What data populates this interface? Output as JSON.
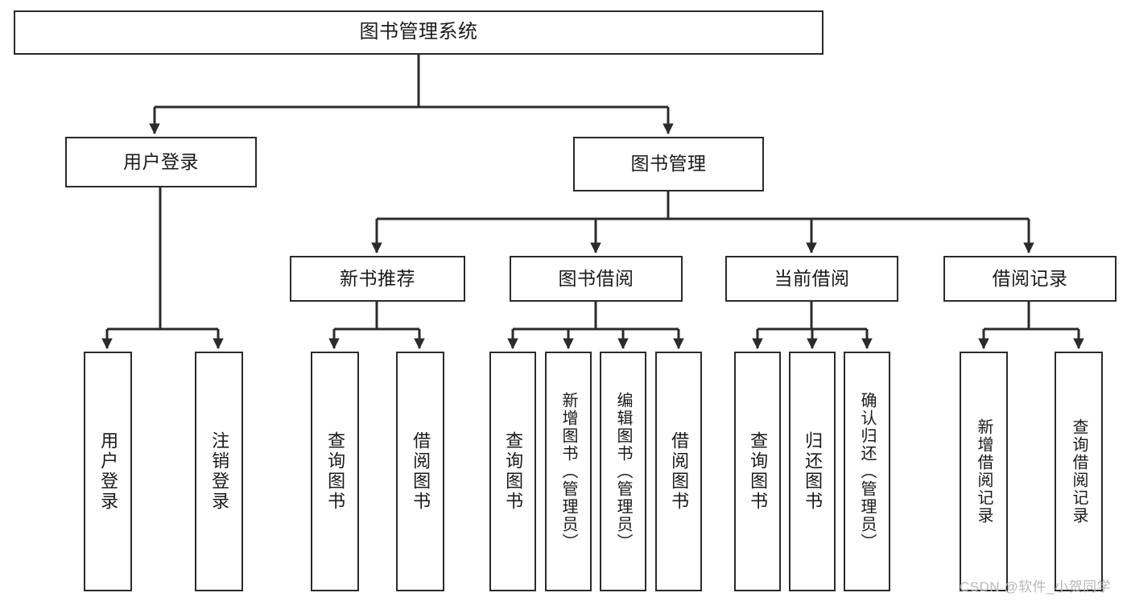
{
  "diagram": {
    "title": "图书管理系统",
    "type": "tree-hierarchy",
    "orientation": "top-down",
    "colors": {
      "stroke": "#2b2b2b",
      "fill": "#ffffff",
      "text": "#1a1a1a",
      "watermark": "#b9b9b9"
    }
  },
  "root": {
    "label": "图书管理系统"
  },
  "level2": [
    {
      "label": "用户登录"
    },
    {
      "label": "图书管理"
    }
  ],
  "level3": [
    {
      "label": "新书推荐"
    },
    {
      "label": "图书借阅"
    },
    {
      "label": "当前借阅"
    },
    {
      "label": "借阅记录"
    }
  ],
  "leaves": {
    "user_login": [
      {
        "label": "用户登录"
      },
      {
        "label": "注销登录"
      }
    ],
    "new_book_recommend": [
      {
        "label": "查询图书"
      },
      {
        "label": "借阅图书"
      }
    ],
    "book_borrow": [
      {
        "label": "查询图书"
      },
      {
        "label": "新增图书（管理员）"
      },
      {
        "label": "编辑图书（管理员）"
      },
      {
        "label": "借阅图书"
      }
    ],
    "current_borrow": [
      {
        "label": "查询图书"
      },
      {
        "label": "归还图书"
      },
      {
        "label": "确认归还（管理员）"
      }
    ],
    "borrow_records": [
      {
        "label": "新增借阅记录"
      },
      {
        "label": "查询借阅记录"
      }
    ]
  },
  "watermark": {
    "text": "CSDN @软件_小贺同学"
  }
}
